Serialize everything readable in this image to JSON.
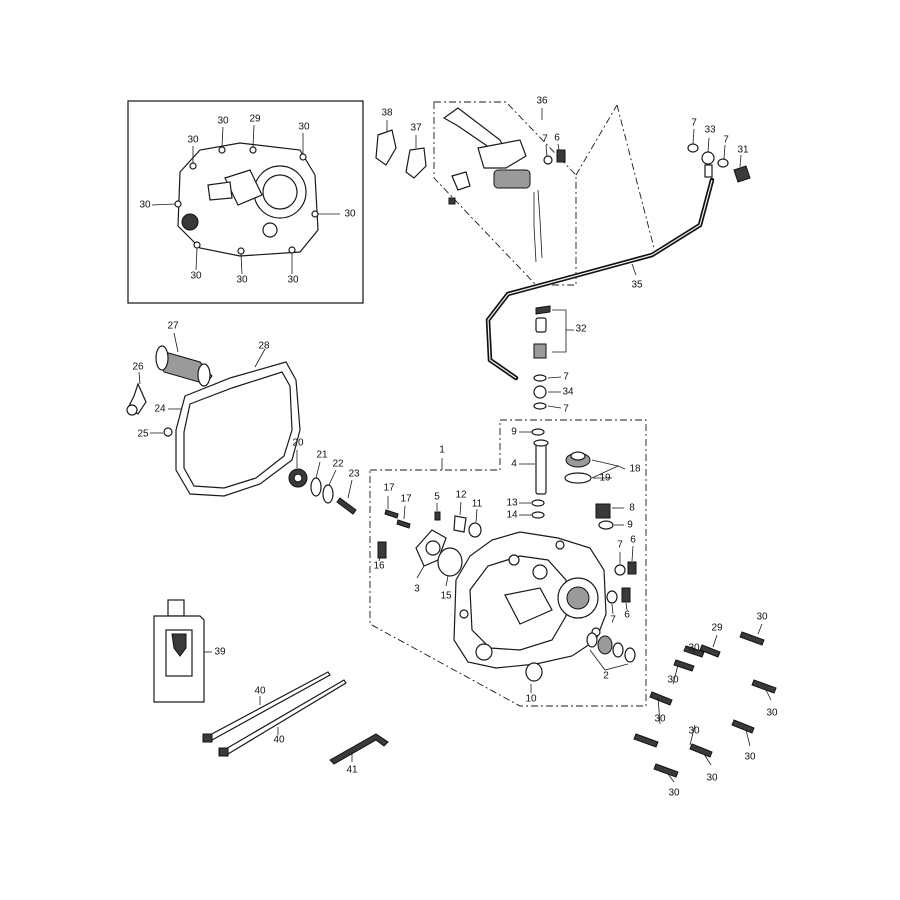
{
  "diagram": {
    "callouts": [
      "1",
      "2",
      "3",
      "4",
      "5",
      "6",
      "7",
      "8",
      "9",
      "10",
      "11",
      "12",
      "13",
      "14",
      "15",
      "16",
      "17",
      "18",
      "19",
      "20",
      "21",
      "22",
      "23",
      "24",
      "25",
      "26",
      "27",
      "28",
      "29",
      "30",
      "31",
      "32",
      "33",
      "34",
      "35",
      "36",
      "37",
      "38",
      "39",
      "40",
      "41"
    ]
  }
}
